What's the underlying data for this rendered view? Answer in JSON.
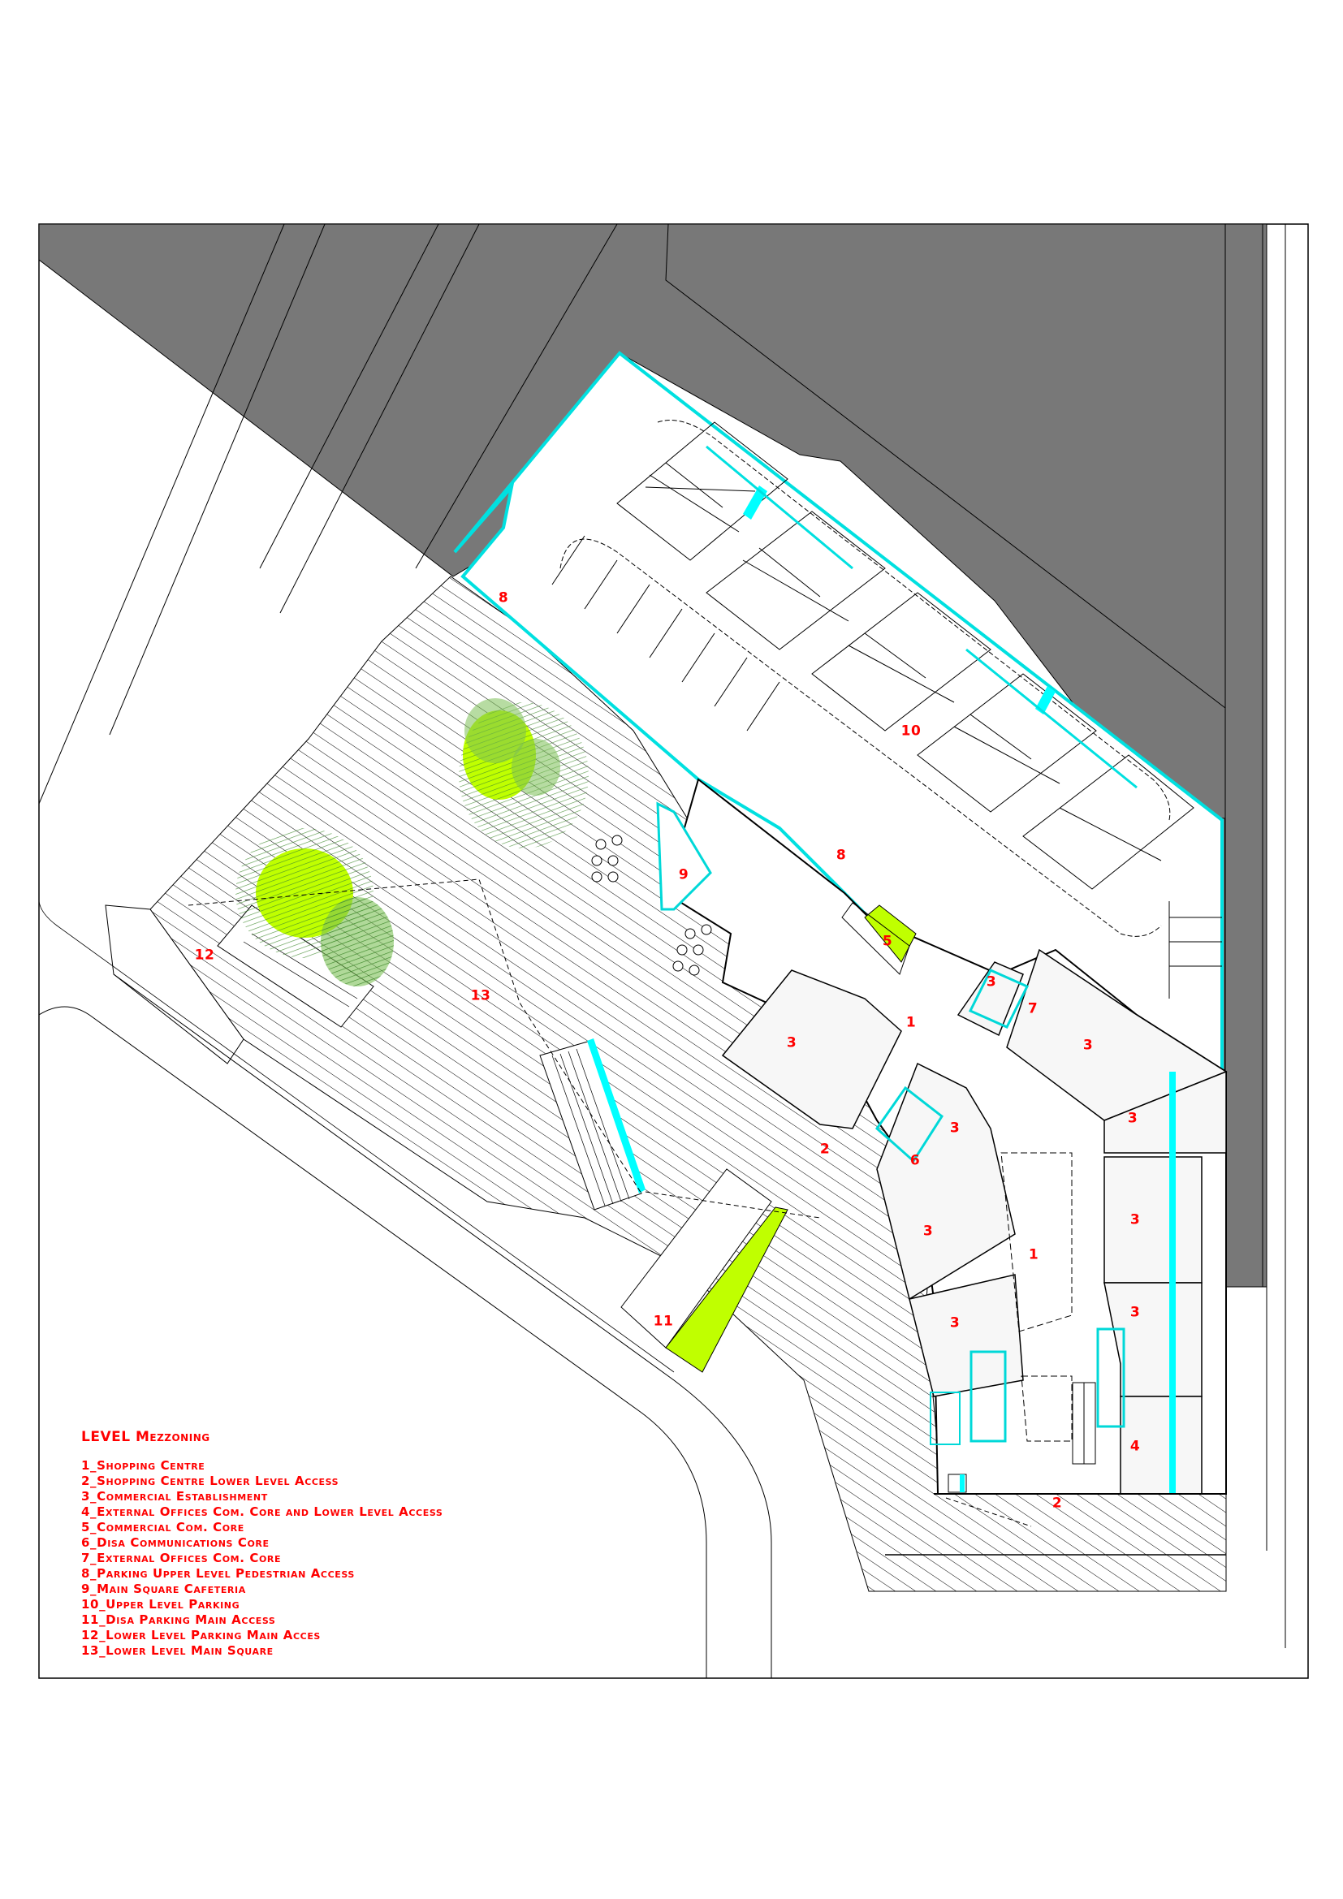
{
  "drawing": {
    "title": "LEVEL Mezzoning",
    "colors": {
      "street_gray": "#787878",
      "wall_cyan": "#00ffff",
      "lawn_green": "#c0ff00",
      "tree_green": "#5aa83a",
      "label_red": "#ff0000",
      "room_fill": "#f7f7f7"
    }
  },
  "zone_labels": [
    {
      "id": "8a",
      "text": "8"
    },
    {
      "id": "10",
      "text": "10"
    },
    {
      "id": "9",
      "text": "9"
    },
    {
      "id": "8b",
      "text": "8"
    },
    {
      "id": "5",
      "text": "5"
    },
    {
      "id": "12",
      "text": "12"
    },
    {
      "id": "13",
      "text": "13"
    },
    {
      "id": "3a",
      "text": "3"
    },
    {
      "id": "7",
      "text": "7"
    },
    {
      "id": "1a",
      "text": "1"
    },
    {
      "id": "3b",
      "text": "3"
    },
    {
      "id": "3c",
      "text": "3"
    },
    {
      "id": "3d",
      "text": "3"
    },
    {
      "id": "3e",
      "text": "3"
    },
    {
      "id": "2a",
      "text": "2"
    },
    {
      "id": "6",
      "text": "6"
    },
    {
      "id": "3f",
      "text": "3"
    },
    {
      "id": "3g",
      "text": "3"
    },
    {
      "id": "1b",
      "text": "1"
    },
    {
      "id": "3h",
      "text": "3"
    },
    {
      "id": "3i",
      "text": "3"
    },
    {
      "id": "11",
      "text": "11"
    },
    {
      "id": "4",
      "text": "4"
    },
    {
      "id": "2b",
      "text": "2"
    }
  ],
  "legend": {
    "title": "LEVEL Mezzoning",
    "items": [
      "1_Shopping Centre",
      "2_Shopping Centre Lower Level Access",
      "3_Commercial Establishment",
      "4_External Offices Com. Core and Lower Level Access",
      "5_Commercial Com. Core",
      "6_Disa Communications Core",
      "7_External Offices Com. Core",
      "8_Parking Upper Level Pedestrian Access",
      "9_Main Square Cafeteria",
      "10_Upper Level Parking",
      "11_Disa Parking Main Access",
      "12_Lower Level Parking Main Acces",
      "13_Lower Level Main Square"
    ]
  }
}
